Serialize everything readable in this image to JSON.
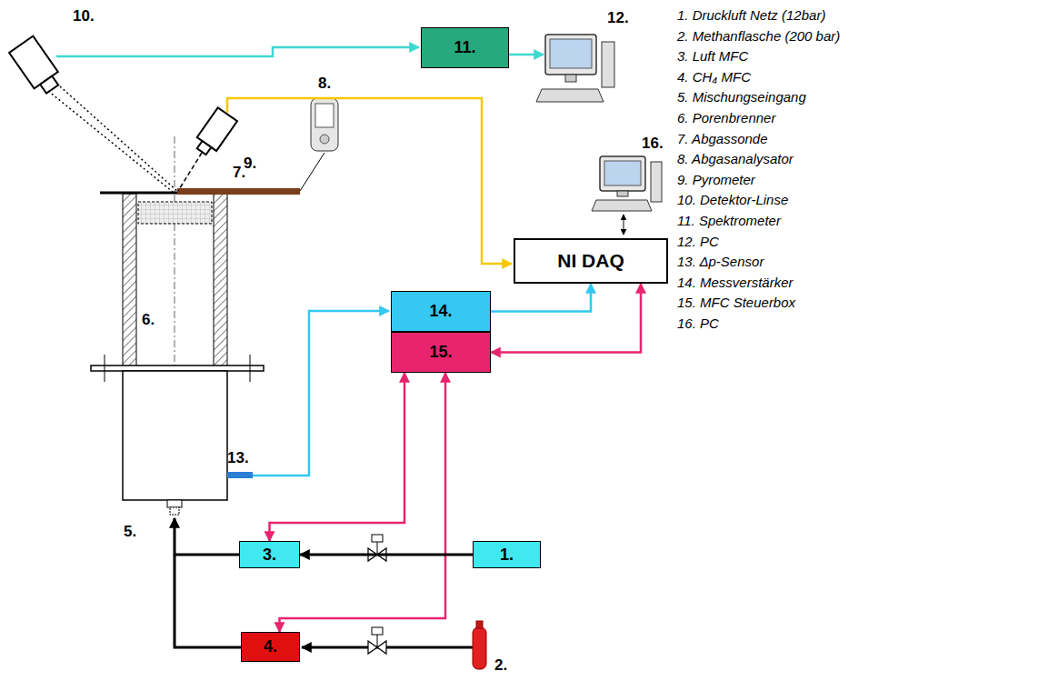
{
  "diagram": {
    "nodes": [
      {
        "text": [
          "11."
        ]
      },
      {
        "text": [
          "NI DAQ"
        ]
      },
      {
        "text": [
          "14."
        ]
      },
      {
        "text": [
          "15."
        ]
      },
      {
        "text": [
          "3."
        ]
      },
      {
        "text": [
          "1."
        ]
      },
      {
        "text": [
          "4."
        ]
      }
    ],
    "edges": [
      {
        "from": 2,
        "to": 1,
        "arrow": "to"
      },
      {
        "from": 3,
        "to": 1,
        "arrow": "both"
      },
      {
        "from": 3,
        "to": 4,
        "arrow": "both"
      },
      {
        "from": 3,
        "to": 6,
        "arrow": "both"
      },
      {
        "from": 5,
        "to": 4,
        "arrow": "to"
      }
    ],
    "labels": [
      "10.",
      "9.",
      "12.",
      "8.",
      "16.",
      "7.",
      "6.",
      "13.",
      "5.",
      "2.",
      "1. Druckluft Netz (12bar)",
      "2. Methanflasche (200 bar)",
      "3. Luft MFC",
      "4. CH₄ MFC",
      "5. Mischungseingang",
      "6. Porenbrenner",
      "7. Abgassonde",
      "8. Abgasanalysator",
      "9. Pyrometer",
      "10. Detektor-Linse",
      "11. Spektrometer",
      "12. PC",
      "13. Δp-Sensor",
      "14. Messverstärker",
      "15. MFC Steuerbox",
      "16. PC"
    ]
  }
}
